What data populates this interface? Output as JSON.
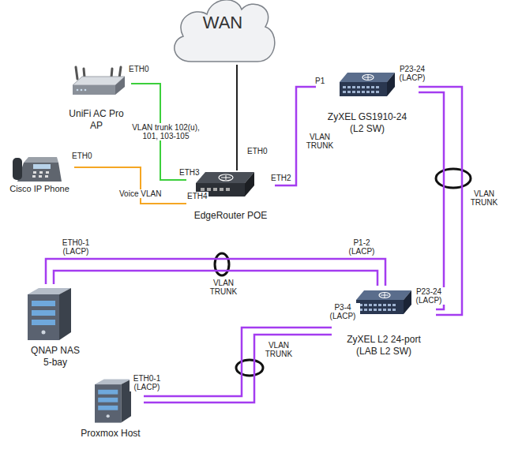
{
  "diagram": {
    "nodes": [
      {
        "text": [
          "WAN"
        ]
      },
      {
        "text": [
          "UniFi AC Pro AP"
        ]
      },
      {
        "text": [
          "Cisco IP Phone"
        ]
      },
      {
        "text": [
          "EdgeRouter POE"
        ]
      },
      {
        "text": [
          "ZyXEL GS1910-24 (L2 SW)"
        ]
      },
      {
        "text": [
          "ZyXEL L2 24-port (LAB L2 SW)"
        ]
      },
      {
        "text": [
          "QNAP NAS 5-bay"
        ]
      },
      {
        "text": [
          "Proxmox Host"
        ]
      }
    ],
    "edges": [
      {
        "from": 0,
        "to": 3,
        "arrow": "none"
      },
      {
        "from": 1,
        "to": 3,
        "label": "VLAN trunk 102(u), 101, 103-105",
        "arrow": "none"
      },
      {
        "from": 2,
        "to": 3,
        "label": "Voice VLAN",
        "arrow": "none"
      },
      {
        "from": 3,
        "to": 4,
        "label": "VLAN TRUNK",
        "arrow": "none"
      },
      {
        "from": 4,
        "to": 5,
        "label": "VLAN TRUNK",
        "arrow": "none"
      },
      {
        "from": 5,
        "to": 6,
        "label": "VLAN TRUNK",
        "arrow": "none"
      },
      {
        "from": 5,
        "to": 7,
        "label": "VLAN TRUNK",
        "arrow": "none"
      }
    ],
    "labels": [
      "ETH0",
      "ETH0",
      "ETH0",
      "ETH3",
      "ETH4",
      "ETH2",
      "P1",
      "P23-24 (LACP)",
      "P23-24 (LACP)",
      "ETH0-1 (LACP)",
      "P1-2 (LACP)",
      "P3-4 (LACP)",
      "ETH0-1 (LACP)"
    ]
  }
}
